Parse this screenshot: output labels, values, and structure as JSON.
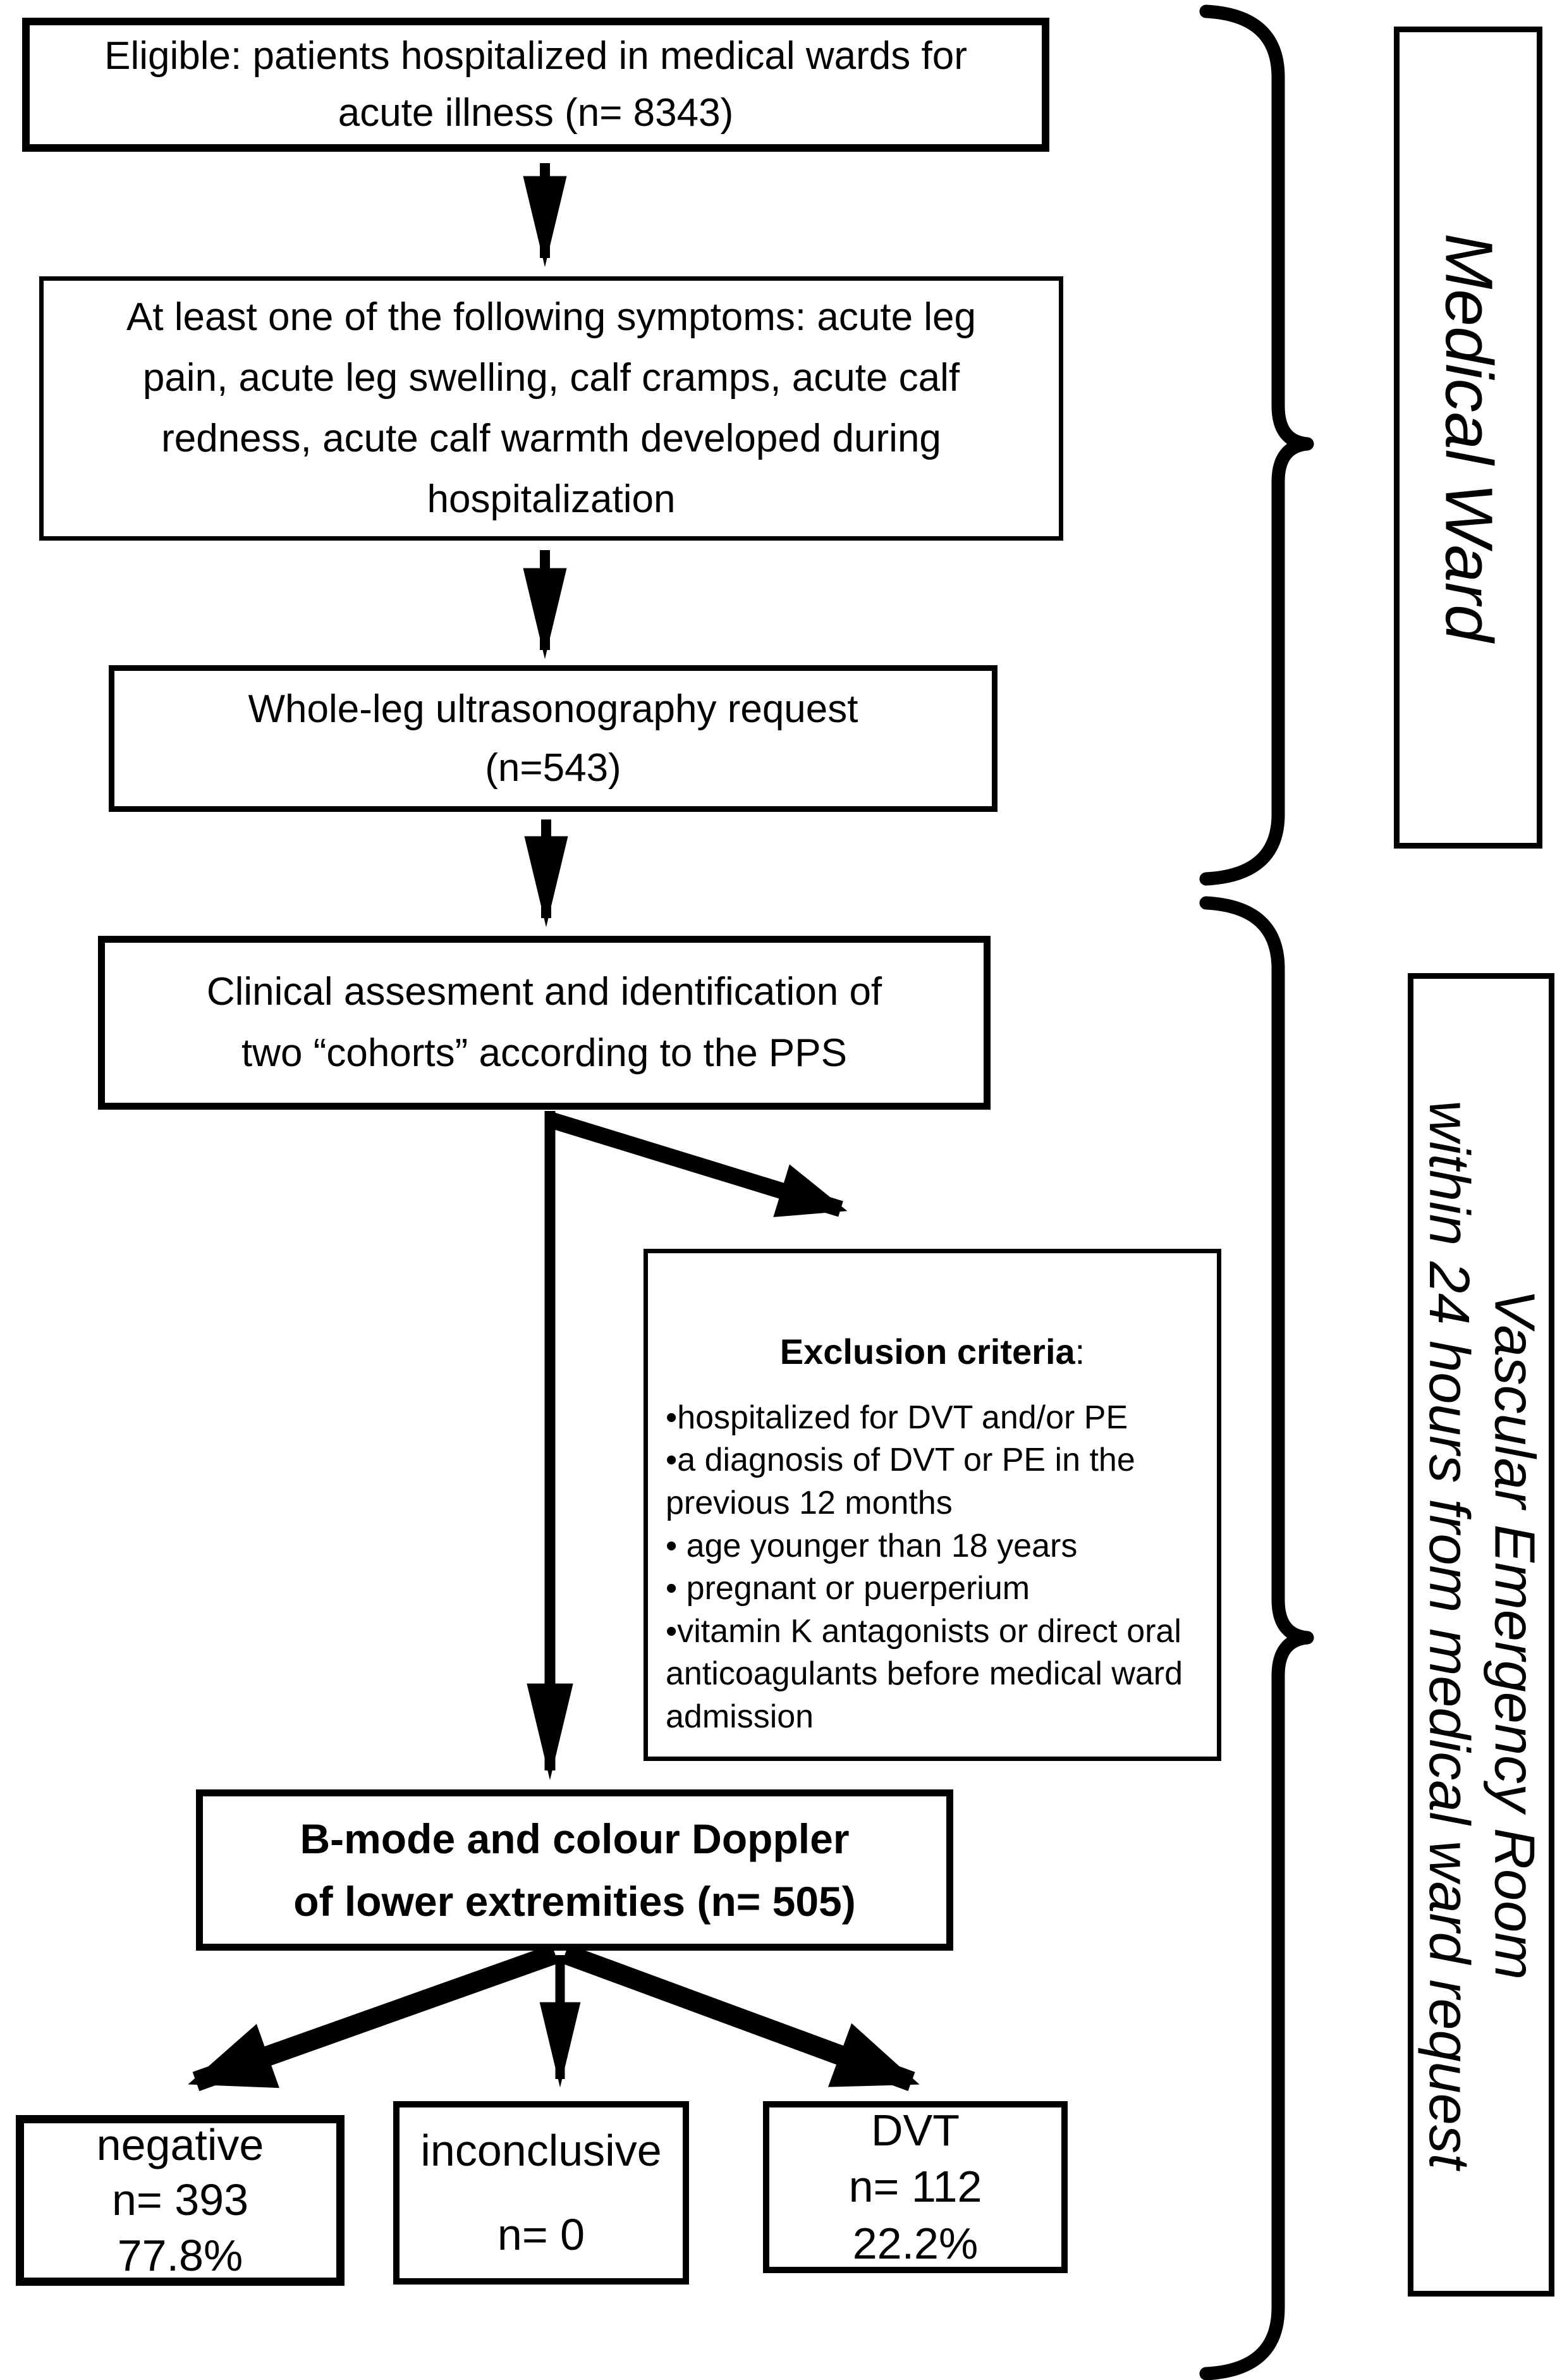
{
  "palette": {
    "ink": "#000000",
    "paper": "#ffffff"
  },
  "flowchart": {
    "eligible": {
      "lines": [
        "Eligible: patients hospitalized in medical wards for",
        "acute illness (n= 8343)"
      ]
    },
    "symptoms": {
      "lines": [
        "At least one of the following symptoms: acute leg",
        "pain, acute leg swelling, calf cramps, acute calf",
        "redness, acute calf warmth developed during",
        "hospitalization"
      ]
    },
    "ultrasound_request": {
      "lines": [
        "Whole-leg ultrasonography request",
        "(n=543)"
      ]
    },
    "clinical_assessment": {
      "lines": [
        "Clinical assesment and identification of",
        "two “cohorts” according to the PPS"
      ]
    },
    "exclusion": {
      "title": "Exclusion criteria",
      "title_suffix": ":",
      "bullets": [
        "•hospitalized for DVT and/or PE",
        "•a diagnosis of DVT or PE in the previous 12 months",
        "• age younger than 18 years",
        "• pregnant or puerperium",
        "•vitamin K antagonists or direct oral anticoagulants before medical ward admission"
      ]
    },
    "doppler": {
      "lines": [
        "B-mode and colour Doppler",
        "of lower extremities (n= 505)"
      ]
    },
    "outcomes": {
      "negative": {
        "lines": [
          "negative",
          "n= 393",
          "77.8%"
        ]
      },
      "inconclusive": {
        "lines": [
          "inconclusive",
          "n= 0"
        ]
      },
      "dvt": {
        "lines": [
          "DVT",
          "n= 112",
          "22.2%"
        ]
      }
    }
  },
  "phase_labels": {
    "medical_ward": "Medical Ward",
    "vascular_er": {
      "line1": "Vascular Emergency Room",
      "line2": "within 24 hours from medical ward request"
    }
  }
}
